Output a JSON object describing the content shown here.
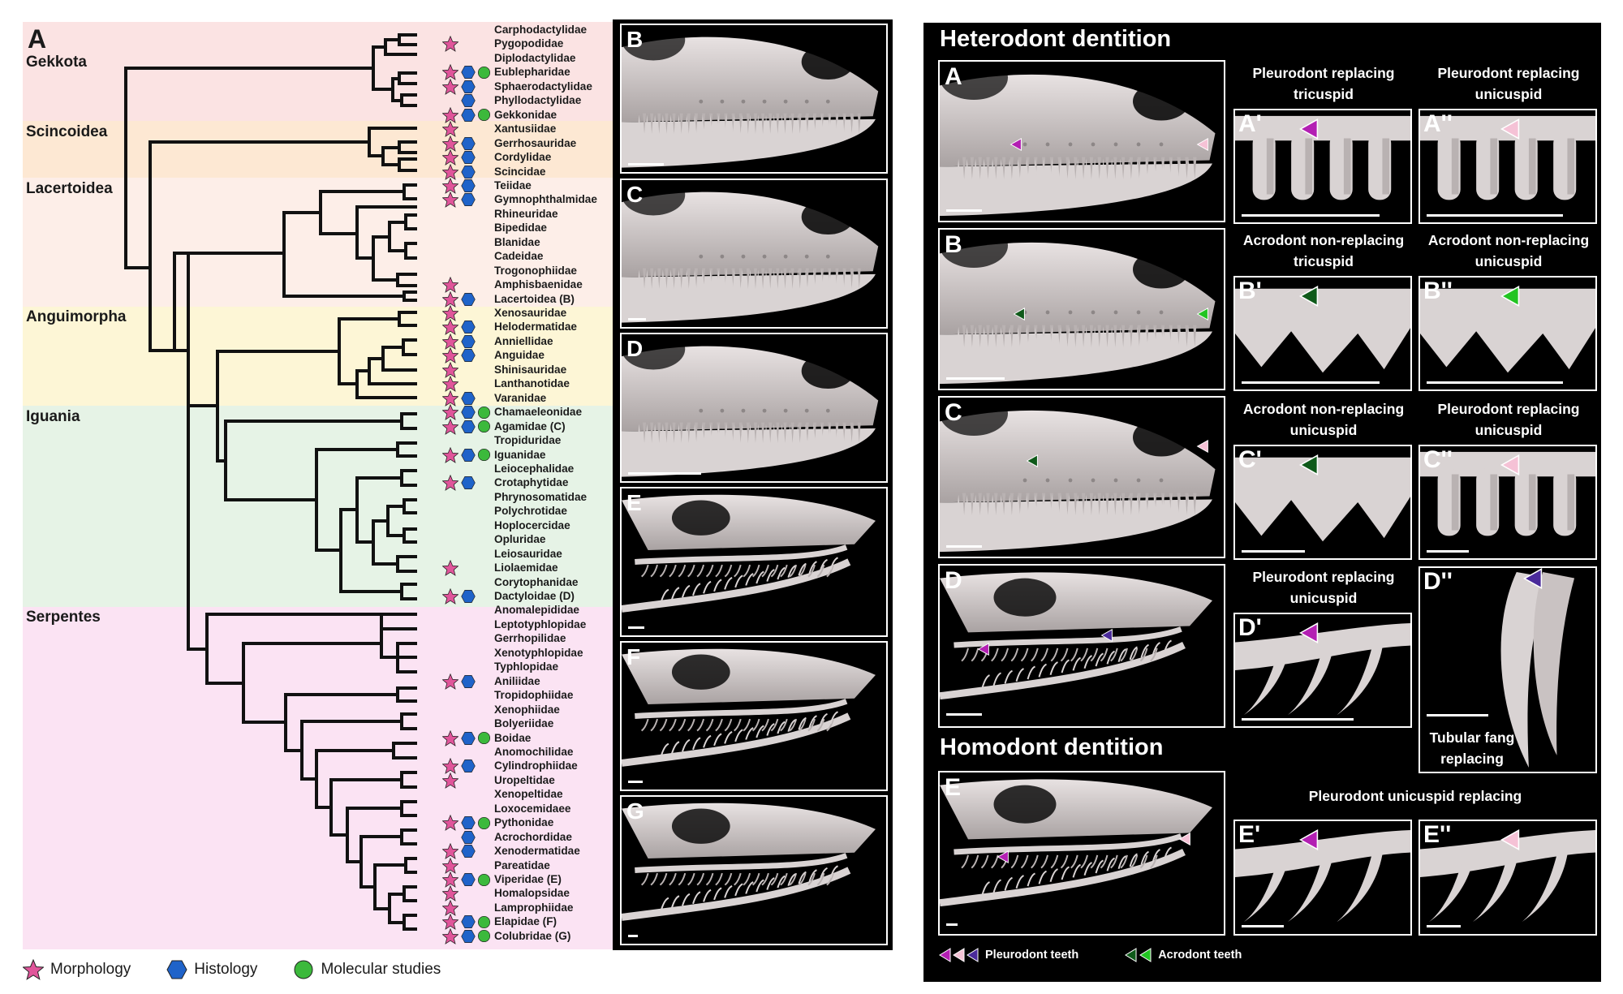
{
  "left": {
    "panel_label": "A",
    "groups": [
      {
        "id": "gekkota",
        "label": "Gekkota",
        "color": "#fbe3e3"
      },
      {
        "id": "scincoidea",
        "label": "Scincoidea",
        "color": "#fde8d3"
      },
      {
        "id": "lacertoidea",
        "label": "Lacertoidea",
        "color": "#fdeee8"
      },
      {
        "id": "anguimorpha",
        "label": "Anguimorpha",
        "color": "#fdf6d6"
      },
      {
        "id": "iguania",
        "label": "Iguania",
        "color": "#e6f3e6"
      },
      {
        "id": "serpentes",
        "label": "Serpentes",
        "color": "#fbe3f3"
      }
    ],
    "families": [
      {
        "name": "Carphodactylidae",
        "m": false,
        "h": false,
        "g": false
      },
      {
        "name": "Pygopodidae",
        "m": true,
        "h": false,
        "g": false
      },
      {
        "name": "Diplodactylidae",
        "m": false,
        "h": false,
        "g": false
      },
      {
        "name": "Eublepharidae",
        "m": true,
        "h": true,
        "g": true
      },
      {
        "name": "Sphaerodactylidae",
        "m": true,
        "h": true,
        "g": false
      },
      {
        "name": "Phyllodactylidae",
        "m": false,
        "h": true,
        "g": false
      },
      {
        "name": "Gekkonidae",
        "m": true,
        "h": true,
        "g": true
      },
      {
        "name": "Xantusiidae",
        "m": true,
        "h": false,
        "g": false
      },
      {
        "name": "Gerrhosauridae",
        "m": true,
        "h": true,
        "g": false
      },
      {
        "name": "Cordylidae",
        "m": true,
        "h": true,
        "g": false
      },
      {
        "name": "Scincidae",
        "m": true,
        "h": true,
        "g": false
      },
      {
        "name": "Teiidae",
        "m": true,
        "h": true,
        "g": false
      },
      {
        "name": "Gymnophthalmidae",
        "m": true,
        "h": true,
        "g": false
      },
      {
        "name": "Rhineuridae",
        "m": false,
        "h": false,
        "g": false
      },
      {
        "name": "Bipedidae",
        "m": false,
        "h": false,
        "g": false
      },
      {
        "name": "Blanidae",
        "m": false,
        "h": false,
        "g": false
      },
      {
        "name": "Cadeidae",
        "m": false,
        "h": false,
        "g": false
      },
      {
        "name": "Trogonophiidae",
        "m": false,
        "h": false,
        "g": false
      },
      {
        "name": "Amphisbaenidae",
        "m": true,
        "h": false,
        "g": false
      },
      {
        "name": "Lacertoidea (B)",
        "m": true,
        "h": true,
        "g": false
      },
      {
        "name": "Xenosauridae",
        "m": true,
        "h": false,
        "g": false
      },
      {
        "name": "Helodermatidae",
        "m": true,
        "h": true,
        "g": false
      },
      {
        "name": "Anniellidae",
        "m": true,
        "h": true,
        "g": false
      },
      {
        "name": "Anguidae",
        "m": true,
        "h": true,
        "g": false
      },
      {
        "name": "Shinisauridae",
        "m": true,
        "h": false,
        "g": false
      },
      {
        "name": "Lanthanotidae",
        "m": true,
        "h": false,
        "g": false
      },
      {
        "name": "Varanidae",
        "m": true,
        "h": true,
        "g": false
      },
      {
        "name": "Chamaeleonidae",
        "m": true,
        "h": true,
        "g": true
      },
      {
        "name": "Agamidae (C)",
        "m": true,
        "h": true,
        "g": true
      },
      {
        "name": "Tropiduridae",
        "m": false,
        "h": false,
        "g": false
      },
      {
        "name": "Iguanidae",
        "m": true,
        "h": true,
        "g": true
      },
      {
        "name": "Leiocephalidae",
        "m": false,
        "h": false,
        "g": false
      },
      {
        "name": "Crotaphytidae",
        "m": true,
        "h": true,
        "g": false
      },
      {
        "name": "Phrynosomatidae",
        "m": false,
        "h": false,
        "g": false
      },
      {
        "name": "Polychrotidae",
        "m": false,
        "h": false,
        "g": false
      },
      {
        "name": "Hoplocercidae",
        "m": false,
        "h": false,
        "g": false
      },
      {
        "name": "Opluridae",
        "m": false,
        "h": false,
        "g": false
      },
      {
        "name": "Leiosauridae",
        "m": false,
        "h": false,
        "g": false
      },
      {
        "name": "Liolaemidae",
        "m": true,
        "h": false,
        "g": false
      },
      {
        "name": "Corytophanidae",
        "m": false,
        "h": false,
        "g": false
      },
      {
        "name": "Dactyloidae (D)",
        "m": true,
        "h": true,
        "g": false
      },
      {
        "name": "Anomalepididae",
        "m": false,
        "h": false,
        "g": false
      },
      {
        "name": "Leptotyphlopidae",
        "m": false,
        "h": false,
        "g": false
      },
      {
        "name": "Gerrhopilidae",
        "m": false,
        "h": false,
        "g": false
      },
      {
        "name": "Xenotyphlopidae",
        "m": false,
        "h": false,
        "g": false
      },
      {
        "name": "Typhlopidae",
        "m": false,
        "h": false,
        "g": false
      },
      {
        "name": "Aniliidae",
        "m": true,
        "h": true,
        "g": false
      },
      {
        "name": "Tropidophiidae",
        "m": false,
        "h": false,
        "g": false
      },
      {
        "name": "Xenophiidae",
        "m": false,
        "h": false,
        "g": false
      },
      {
        "name": "Bolyeriidae",
        "m": false,
        "h": false,
        "g": false
      },
      {
        "name": "Boidae",
        "m": true,
        "h": true,
        "g": true
      },
      {
        "name": "Anomochilidae",
        "m": false,
        "h": false,
        "g": false
      },
      {
        "name": "Cylindrophiidae",
        "m": true,
        "h": true,
        "g": false
      },
      {
        "name": "Uropeltidae",
        "m": true,
        "h": false,
        "g": false
      },
      {
        "name": "Xenopeltidae",
        "m": false,
        "h": false,
        "g": false
      },
      {
        "name": "Loxocemidaee",
        "m": false,
        "h": false,
        "g": false
      },
      {
        "name": "Pythonidae",
        "m": true,
        "h": true,
        "g": true
      },
      {
        "name": "Acrochordidae",
        "m": false,
        "h": true,
        "g": false
      },
      {
        "name": "Xenodermatidae",
        "m": true,
        "h": true,
        "g": false
      },
      {
        "name": "Pareatidae",
        "m": true,
        "h": false,
        "g": false
      },
      {
        "name": "Viperidae (E)",
        "m": true,
        "h": true,
        "g": true
      },
      {
        "name": "Homalopsidae",
        "m": true,
        "h": false,
        "g": false
      },
      {
        "name": "Lamprophiidae",
        "m": true,
        "h": false,
        "g": false
      },
      {
        "name": "Elapidae (F)",
        "m": true,
        "h": true,
        "g": true
      },
      {
        "name": "Colubridae (G)",
        "m": true,
        "h": true,
        "g": true
      }
    ],
    "legend": {
      "morphology": "Morphology",
      "histology": "Histology",
      "molecular": "Molecular studies"
    },
    "marker_colors": {
      "morphology": "#e0559a",
      "histology": "#1f63c9",
      "molecular": "#3cb93c"
    },
    "skull_panels": [
      "B",
      "C",
      "D",
      "E",
      "F",
      "G"
    ]
  },
  "right": {
    "heterodont_title": "Heterodont dentition",
    "homodont_title": "Homodont dentition",
    "rows": [
      {
        "main": "A",
        "sub1": "A'",
        "sub2": "A''",
        "cap1": [
          "Pleurodont replacing",
          "tricuspid"
        ],
        "cap2": [
          "Pleurodont replacing",
          "unicuspid"
        ]
      },
      {
        "main": "B",
        "sub1": "B'",
        "sub2": "B''",
        "cap1": [
          "Acrodont non-replacing",
          "tricuspid"
        ],
        "cap2": [
          "Acrodont non-replacing",
          "unicuspid"
        ]
      },
      {
        "main": "C",
        "sub1": "C'",
        "sub2": "C''",
        "cap1": [
          "Acrodont non-replacing",
          "unicuspid"
        ],
        "cap2": [
          "Pleurodont replacing",
          "unicuspid"
        ]
      },
      {
        "main": "D",
        "sub1": "D'",
        "sub2": "D''",
        "cap1": [
          "Pleurodont replacing",
          "unicuspid"
        ],
        "cap2": [
          "Tubular fang",
          "replacing"
        ]
      },
      {
        "main": "E",
        "sub1": "E'",
        "sub2": "E''",
        "cap1": [
          "Pleurodont unicuspid replacing"
        ],
        "cap2": []
      }
    ],
    "legend": {
      "pleurodont": "Pleurodont teeth",
      "acrodont": "Acrodont teeth"
    },
    "arrow_colors": {
      "magenta": "#b31fb3",
      "pink": "#f5c2d6",
      "purple": "#4a2a9a",
      "dark_green": "#0f5a1a",
      "green": "#22c422"
    }
  }
}
